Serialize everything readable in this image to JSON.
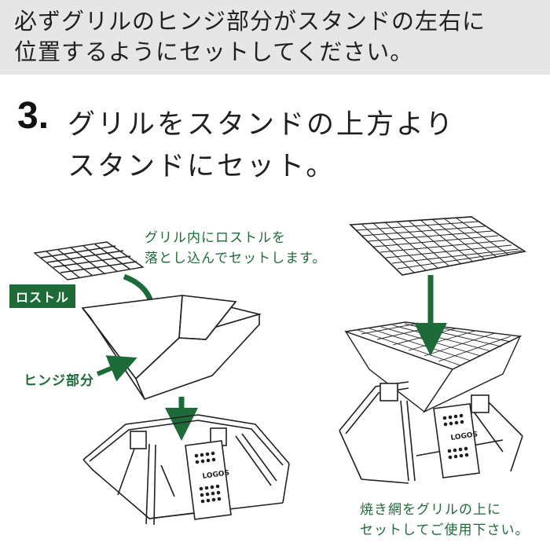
{
  "banner": {
    "line1": "必ずグリルのヒンジ部分がスタンドの左右に",
    "line2": "位置するようにセットしてください。"
  },
  "step": {
    "number": "3.",
    "line1": "グリルをスタンドの上方より",
    "line2": "スタンドにセット。"
  },
  "notes": {
    "rostle_line1": "グリル内にロストルを",
    "rostle_line2": "落とし込んでセットします。",
    "net_line1": "焼き網をグリルの上に",
    "net_line2": "セットしてご使用下さい。"
  },
  "labels": {
    "rostle_tag": "ロストル",
    "hinge": "ヒンジ部分",
    "brand_left": "LOGOS",
    "brand_right": "LOGOS"
  },
  "colors": {
    "banner_bg": "#e6e6e6",
    "accent_green": "#1e6b3a",
    "line": "#231f20"
  }
}
